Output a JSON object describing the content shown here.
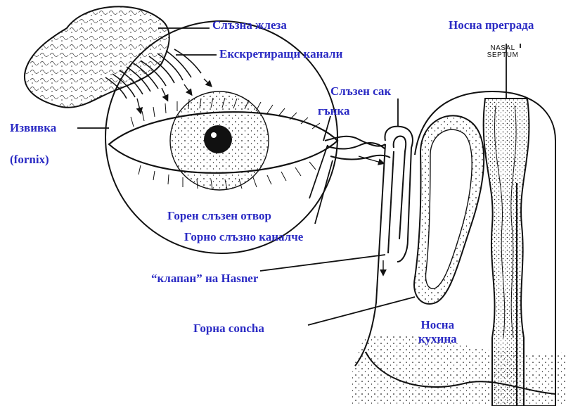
{
  "labels": {
    "lacrimal_gland": "Слъзна жлеза",
    "nasal_septum_bg": "Носна преграда",
    "excretory_ducts": "Екскретиращи канали",
    "lacrimal_sac": "Слъзен сак",
    "fold": "гънка",
    "fornix_bg": "Извивка",
    "fornix_latin": "(fornix)",
    "upper_punctum": "Горен слъзен отвор",
    "upper_canaliculus": "Горно слъзно каналче",
    "hasner_valve": "“клапан” на Hasner",
    "upper_concha": "Горна concha",
    "nasal_cavity_line1": "Носна",
    "nasal_cavity_line2": "кухина"
  },
  "printed_english": {
    "line1": "NASAL",
    "line2": "SEPTUM"
  },
  "colors": {
    "label": "#2b2bc4",
    "line": "#111111"
  }
}
